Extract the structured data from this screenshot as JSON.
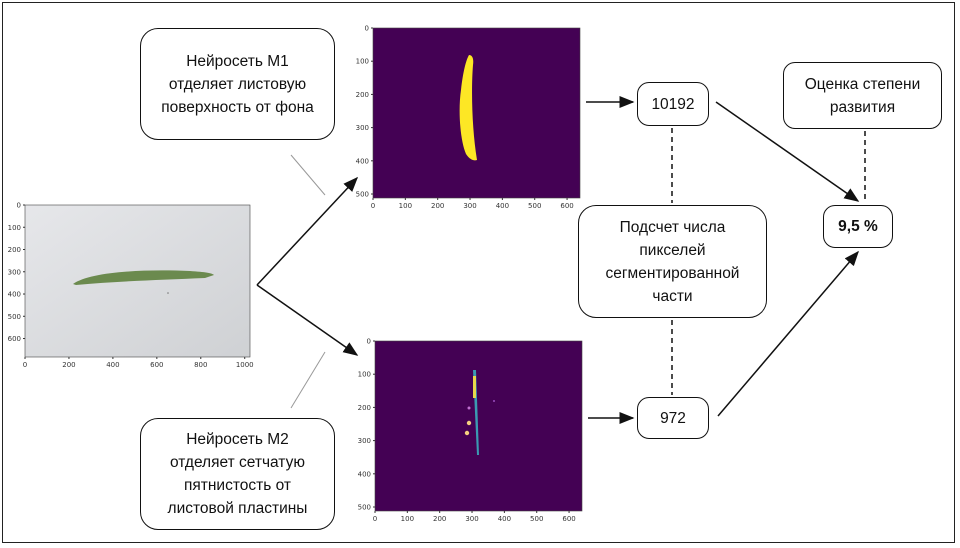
{
  "bubbles": {
    "m1": "Нейросеть М1\nотделяет листовую\nповерхность от фона",
    "m2": "Нейросеть М2\nотделяет сетчатую\nпятнистость от\nлистовой пластины"
  },
  "counts": {
    "m1_pixels": "10192",
    "m2_pixels": "972"
  },
  "counting_label": "Подсчет числа\nпикселей\nсегментированной\nчасти",
  "assessment_label": "Оценка степени\nразвития",
  "result": "9,5 %",
  "plots": {
    "original": {
      "xticks": [
        "0",
        "200",
        "400",
        "600",
        "800",
        "1000"
      ],
      "yticks": [
        "0",
        "100",
        "200",
        "300",
        "400",
        "500",
        "600"
      ]
    },
    "mask1": {
      "xticks": [
        "0",
        "100",
        "200",
        "300",
        "400",
        "500",
        "600"
      ],
      "yticks": [
        "0",
        "100",
        "200",
        "300",
        "400",
        "500"
      ]
    },
    "mask2": {
      "xticks": [
        "0",
        "100",
        "200",
        "300",
        "400",
        "500",
        "600"
      ],
      "yticks": [
        "0",
        "100",
        "200",
        "300",
        "400",
        "500"
      ]
    }
  },
  "colors": {
    "mask_bg": "#440154",
    "mask_fg": "#fde725"
  }
}
